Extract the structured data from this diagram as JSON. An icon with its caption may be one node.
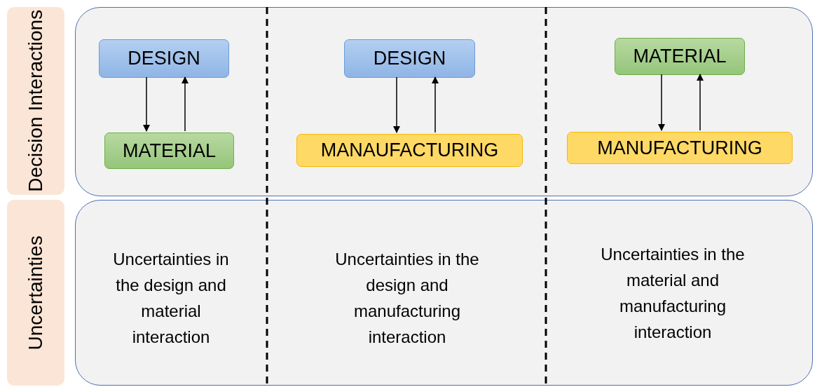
{
  "diagram": {
    "nodes": [
      {
        "text": [
          "Decision Interactions"
        ]
      },
      {
        "text": [],
        "shape": "box"
      },
      {
        "text": [
          "DESIGN"
        ],
        "in": 1
      },
      {
        "text": [
          "MATERIAL"
        ],
        "in": 1
      },
      {
        "text": [
          "DESIGN"
        ],
        "in": 1
      },
      {
        "text": [
          "MANAUFACTURING"
        ],
        "in": 1
      },
      {
        "text": [
          "MATERIAL"
        ],
        "in": 1
      },
      {
        "text": [
          "MANUFACTURING"
        ],
        "in": 1
      },
      {
        "text": [
          "Uncertainties"
        ]
      },
      {
        "text": [
          "Uncertainties in the design and material interaction",
          "Uncertainties in the design and manufacturing interaction",
          "Uncertainties in the material and manufacturing interaction"
        ]
      }
    ],
    "edges": [
      {
        "from": 2,
        "to": 3,
        "arrow": "to"
      },
      {
        "from": 3,
        "to": 2,
        "arrow": "to"
      },
      {
        "from": 4,
        "to": 5,
        "arrow": "to"
      },
      {
        "from": 5,
        "to": 4,
        "arrow": "to"
      },
      {
        "from": 6,
        "to": 7,
        "arrow": "to"
      },
      {
        "from": 7,
        "to": 6,
        "arrow": "to"
      }
    ]
  }
}
